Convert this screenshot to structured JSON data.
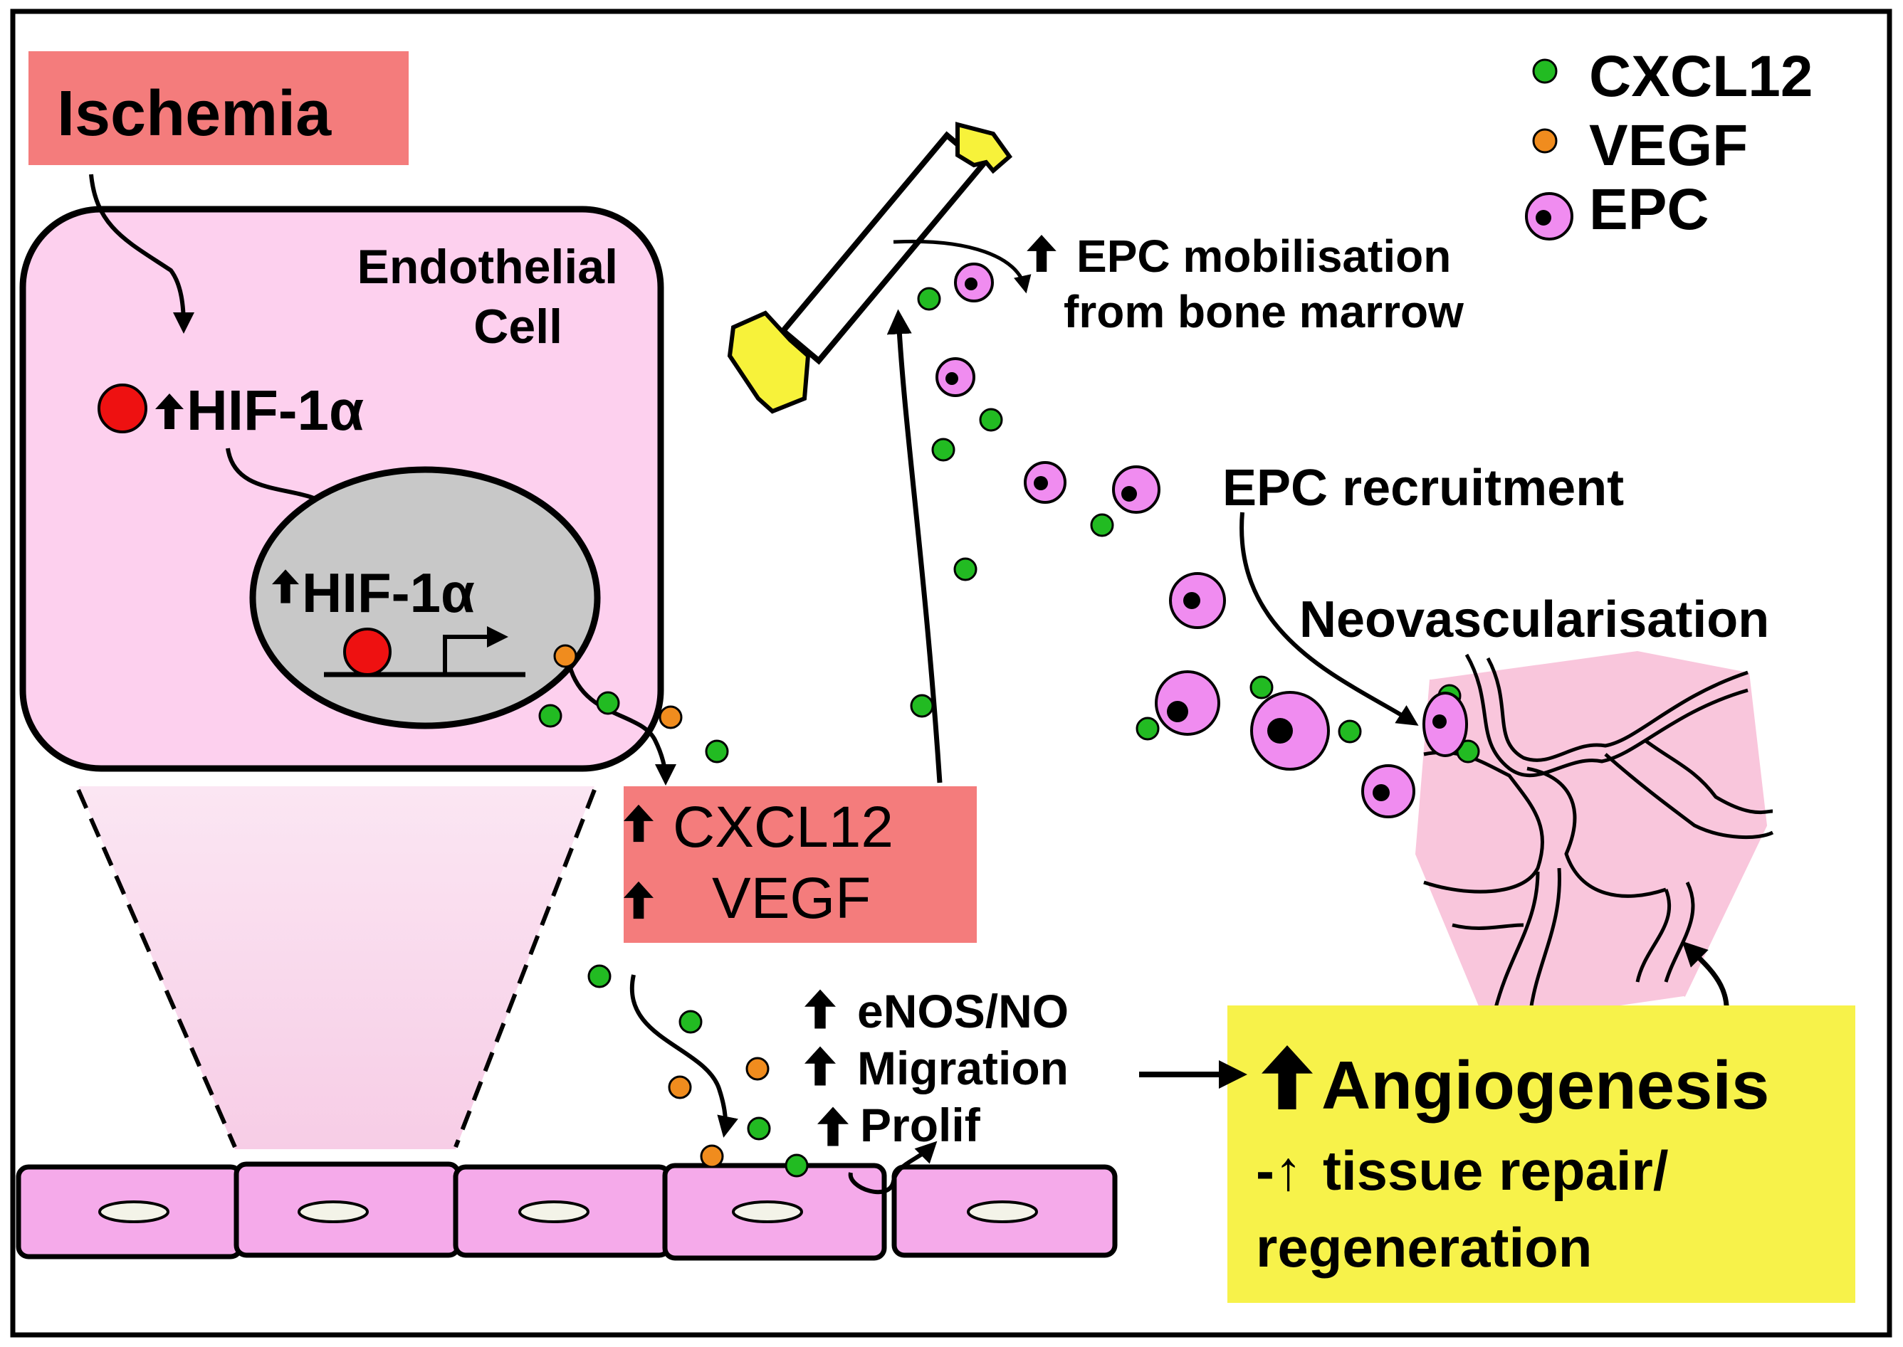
{
  "labels": {
    "ischemia": "Ischemia",
    "endothelial_line1": "Endothelial",
    "endothelial_line2": "Cell",
    "hif_cytoplasm": "HIF-1α",
    "hif_nucleus": "HIF-1α",
    "cxcl12_box": "CXCL12",
    "vegf_box": "VEGF",
    "epc_mobilisation_line1": "EPC mobilisation",
    "epc_mobilisation_line2": "from bone marrow",
    "epc_recruitment": "EPC  recruitment",
    "neovascularisation": "Neovascularisation",
    "enos": "eNOS/NO",
    "migration": "Migration",
    "prolif": "Prolif",
    "angiogenesis": "Angiogenesis",
    "tissue_repair": "tissue repair/",
    "regeneration": "regeneration"
  },
  "legend": [
    {
      "label": "CXCL12",
      "color": "#22bb22"
    },
    {
      "label": "VEGF",
      "color": "#f08c1e"
    },
    {
      "label": "EPC",
      "color": "#f08cf0"
    }
  ],
  "colors": {
    "ischemia_fill": "#f47c7c",
    "cell_fill": "#fdd0ee",
    "nucleus_fill": "#c8c8c8",
    "hif_dot": "#ee1111",
    "angiogenesis_fill": "#f7f24a",
    "bone_end": "#f7f23a",
    "tissue_fill": "#f9c6dc",
    "epc_fill": "#f08cf0",
    "cxcl12_dot": "#22bb22",
    "vegf_dot": "#f08c1e"
  }
}
